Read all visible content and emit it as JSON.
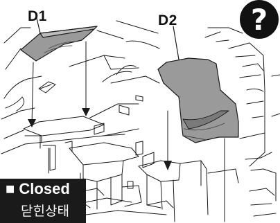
{
  "callouts": {
    "d1": "D1",
    "d2": "D2"
  },
  "help_button": {
    "glyph": "?",
    "icon": "question-mark-icon"
  },
  "status": {
    "marker": "■",
    "label": "Closed",
    "label_korean": "닫힌상태"
  },
  "colors": {
    "part_fill": "#9a9a9a",
    "part_dark": "#6e6e6e",
    "line": "#1a1a1a",
    "badge_bg": "#1a1a1a"
  }
}
